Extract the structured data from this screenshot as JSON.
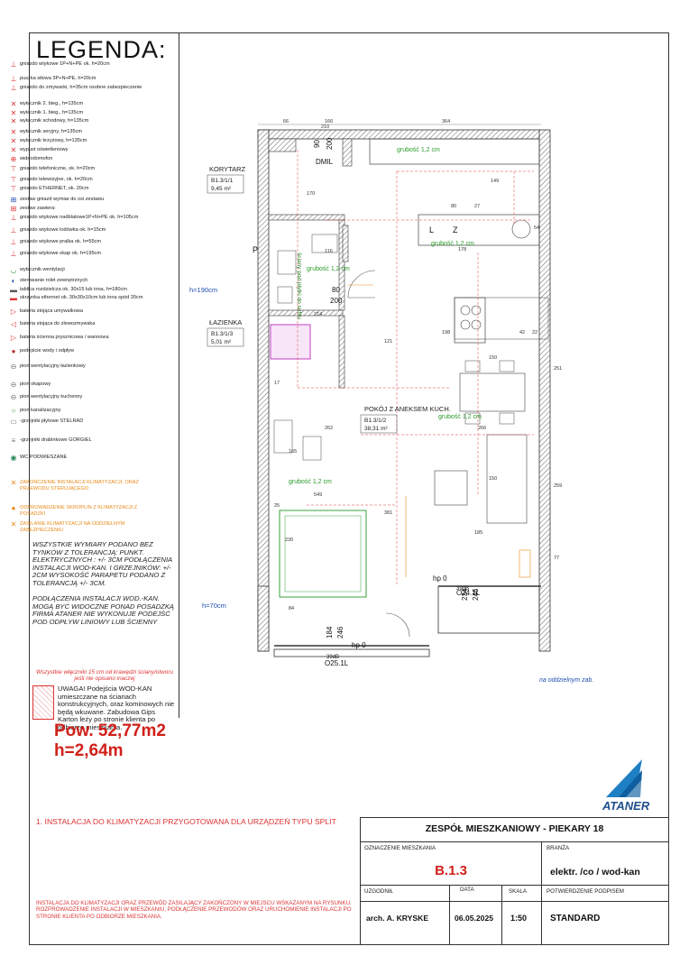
{
  "legend": {
    "title": "LEGENDA:",
    "items": [
      {
        "icon": "outlet-icon",
        "text": "gniazdo wtykowe 1P+N+PE ok. h=20cm",
        "tone": "default"
      },
      {
        "icon": "power-box-icon",
        "text": "puszka siłowa 3P+N+PE, h=20cm",
        "tone": "default"
      },
      {
        "icon": "dishwasher-outlet-icon",
        "text": "gniazdo do zmywarki, h=35cm osobne zabezpieczenie",
        "tone": "default"
      },
      {
        "icon": "switch-2-icon",
        "text": "wyłącznik 2. bieg., h=135cm",
        "tone": "default"
      },
      {
        "icon": "switch-1-icon",
        "text": "wyłącznik 1. bieg., h=135cm",
        "tone": "default"
      },
      {
        "icon": "stair-switch-icon",
        "text": "wyłącznik schodowy, h=135cm",
        "tone": "default"
      },
      {
        "icon": "series-switch-icon",
        "text": "wyłącznik seryjny, h=135cm",
        "tone": "default"
      },
      {
        "icon": "cross-switch-icon",
        "text": "wyłącznik krzyżowy, h=135cm",
        "tone": "default"
      },
      {
        "icon": "light-outlet-icon",
        "text": "wypust oświetleniowy",
        "tone": "default"
      },
      {
        "icon": "videophone-icon",
        "text": "wideodomofon",
        "tone": "default"
      },
      {
        "icon": "phone-outlet-icon",
        "text": "gniazdo telefoniczne, ok. h=20cm",
        "tone": "default"
      },
      {
        "icon": "tv-outlet-icon",
        "text": "gniazdo telewizyjne, ok. h=20cm",
        "tone": "default"
      },
      {
        "icon": "ethernet-outlet-icon",
        "text": "gniazdo ETHERNET, ok. 20cm",
        "tone": "default"
      },
      {
        "icon": "set-outlet-icon",
        "text": "zestaw gniazd wymiar do osi zestawu",
        "tone": "default"
      },
      {
        "icon": "set-outlet-2-icon",
        "text": "zestaw zawiera:",
        "tone": "default"
      },
      {
        "icon": "countertop-outlet-icon",
        "text": "gniazdo wtykowe nadblatowe1P+N+PE ok. h=105cm",
        "tone": "default"
      },
      {
        "icon": "fridge-outlet-icon",
        "text": "gniazdo wtykowe lodówka ok. h=15cm",
        "tone": "default"
      },
      {
        "icon": "washer-outlet-icon",
        "text": "gniazdo wtykowe pralka ok. h=55cm",
        "tone": "default"
      },
      {
        "icon": "hood-outlet-icon",
        "text": "gniazdo wtykowe okap ok. h=195cm",
        "tone": "default"
      },
      {
        "icon": "vent-switch-icon",
        "text": "wyłącznik wentylacji",
        "tone": "default"
      },
      {
        "icon": "blinds-control-icon",
        "text": "sterowanie rolet zewnętrznych",
        "tone": "default"
      },
      {
        "icon": "distribution-board-icon",
        "text": "tablica rozdzielcza ok. 30x15 lub inna, h=180cm",
        "tone": "default"
      },
      {
        "icon": "ethernet-box-icon",
        "text": "skrzynka ethernet ok. 30x30x10cm lub inna spód 20cm",
        "tone": "default"
      },
      {
        "icon": "sink-faucet-icon",
        "text": "bateria stojąca umywalkowa",
        "tone": "default"
      },
      {
        "icon": "sink-faucet-2-icon",
        "text": "bateria stojąca do zlewozmywaka",
        "tone": "default"
      },
      {
        "icon": "shower-faucet-icon",
        "text": "bateria ścienna prysznicowa / wannowa",
        "tone": "default"
      },
      {
        "icon": "water-connection-icon",
        "text": "podejście wody i odpływ",
        "tone": "default"
      },
      {
        "icon": "bath-vent-icon",
        "text": "pion wentylacyjny łazienkowy",
        "tone": "default"
      },
      {
        "icon": "hood-vent-icon",
        "text": "pion okapowy",
        "tone": "default"
      },
      {
        "icon": "kitchen-vent-icon",
        "text": "pion wentylacyjny kuchenny",
        "tone": "default"
      },
      {
        "icon": "sewer-riser-icon",
        "text": "pion kanalizacyjny",
        "tone": "default"
      },
      {
        "icon": "panel-radiator-icon",
        "text": "-grzejniki płytowe STELRAD",
        "tone": "default"
      },
      {
        "icon": "ladder-radiator-icon",
        "text": "-grzejniki drabinkowe GORGIEL",
        "tone": "default"
      },
      {
        "icon": "wall-hung-wc-icon",
        "text": "WC PODWIESZANE",
        "tone": "default"
      },
      {
        "icon": "ac-end-icon",
        "text": "ZAKOŃCZENIE INSTALACJI KLIMATYZACJI, ORAZ PRZEWODU STERUJĄCEGO",
        "tone": "orange"
      },
      {
        "icon": "condensate-icon",
        "text": "ODPROWADZENIE SKROPLIN Z KLIMATYZACJI Z POSADZKI",
        "tone": "orange"
      },
      {
        "icon": "ac-power-icon",
        "text": "ZASILANIE KLIMATYZACJI NA ODDZIELNYM ZABEZPIECZENIU",
        "tone": "orange"
      }
    ],
    "tolerance_1": "WSZYSTKIE WYMIARY PODANO BEZ TYNKÓW Z TOLERANCJĄ: PUNKT. ELEKTRYCZNYCH : +/- 3cm PODŁĄCZENIA INSTALACJI WOD-KAN. I GRZEJNIKÓW: +/- 2cm WYSOKOŚĆ PARAPETU PODANO Z TOLERANCJĄ +/- 3cm.",
    "tolerance_2": "PODŁĄCZENIA INSTALACJI WOD.-KAN. MOGĄ BYĆ WIDOCZNE PONAD POSADZKĄ FIRMA ATANER NIE WYKONUJE PODEJŚĆ POD ODPŁYW LINIOWY LUB ŚCIENNY",
    "switch_note": "Wszystkie włączniki 15 cm od krawędzi ściany/otworu jeśli nie opisano inaczej",
    "uwaga": "UWAGA! Podejścia WOD-KAN umieszczane na ścianach konstrukcyjnych, oraz kominowych nie będą wkuwane. Zabudowa Gips Karton leży po stronie klienta po odbiorze mieszkania."
  },
  "area": {
    "pow": "Pow. 52,77m2",
    "height": "h=2,64m"
  },
  "notes": {
    "split": "1. INSTALACJA DO KLIMATYZACJI PRZYGOTOWANA DLA URZĄDZEŃ TYPU SPLIT",
    "small": "INSTALACJA DO KLIMATYZACJI ORAZ PRZEWÓD ZASILAJĄCY ZAKOŃCZONY W MIEJSCU WSKAZANYM NA RYSUNKU. ROZPROWADZENIE INSTALACJI W MIESZKANIU, PODŁĄCZENIE PRZEWODÓW ORAZ URUCHOMIENIE INSTALACJI PO STRONIE KLIENTA PO ODBIORZE MIESZKANIA.",
    "separate_order": "na oddzielnym zab."
  },
  "titleblock": {
    "project": "ZESPÓŁ MIESZKANIOWY - PIEKARY 18",
    "unit_label": "OZNACZENIE MIESZKANIA",
    "unit": "B.1.3",
    "branch_label": "BRANŻA",
    "branch": "elektr. /co / wod-kan",
    "agreed_label": "UZGODNIŁ",
    "date_label": "DATA",
    "scale_label": "SKALA",
    "confirm_label": "POTWIERDZENIE PODPISEM",
    "agreed": "arch. A. KRYSKE",
    "date": "06.05.2025",
    "scale": "1:50",
    "standard": "STANDARD"
  },
  "logo": {
    "text": "ATANER"
  },
  "plan": {
    "rooms": [
      {
        "name": "KORYTARZ",
        "code": "B1.3/1/1",
        "area": "9,45 m²"
      },
      {
        "name": "ŁAZIENKA",
        "code": "B1.3/1/3",
        "area": "5,01 m²"
      },
      {
        "name": "POKÓJ Z ANEKSEM KUCH.",
        "code": "B1.3/1/2",
        "area": "38,31 m²"
      }
    ],
    "door_labels": {
      "d90": "90",
      "d200": "200",
      "dmil": "DMIL",
      "d80": "80",
      "d200b": "200",
      "d184": "184",
      "d246": "246",
      "d234": "234",
      "d246b": "246"
    },
    "windows": {
      "o25": "O25.1L",
      "o24": "O24.1L",
      "w39a": "39dB",
      "w39b": "39dB",
      "hp0a": "hp 0",
      "hp0b": "hp 0"
    },
    "heights": {
      "h190": "h=190cm",
      "h70": "h=70cm"
    },
    "floor_heating": {
      "g1": "grubość 1,2 cm",
      "g2": "grubość 1,2 cm",
      "g3": "grubość 1,2 cm",
      "g4": "grubość 1,2 cm",
      "g5": "grubość 1,2 cm"
    },
    "kitchen": {
      "L": "L",
      "Z": "Z",
      "P": "P"
    },
    "wall_note": "ściany pod płytki do sufitu",
    "dims": {
      "top_66": "66",
      "top_166": "166",
      "top_210": "210",
      "top_364": "364",
      "d170": "170",
      "d149": "149",
      "d54": "54",
      "d80": "80",
      "d27": "27",
      "d178": "178",
      "d116": "116",
      "d262": "262",
      "d266": "266",
      "d150": "150",
      "d150b": "150",
      "d198": "198",
      "d251": "251",
      "d259": "259",
      "d381": "381",
      "d549": "549",
      "d185": "185",
      "d77": "77",
      "d230": "230",
      "d214": "214",
      "d121": "121",
      "d165": "165",
      "d42": "42",
      "d22": "22",
      "d17": "17",
      "d25": "25",
      "d84": "84"
    }
  }
}
